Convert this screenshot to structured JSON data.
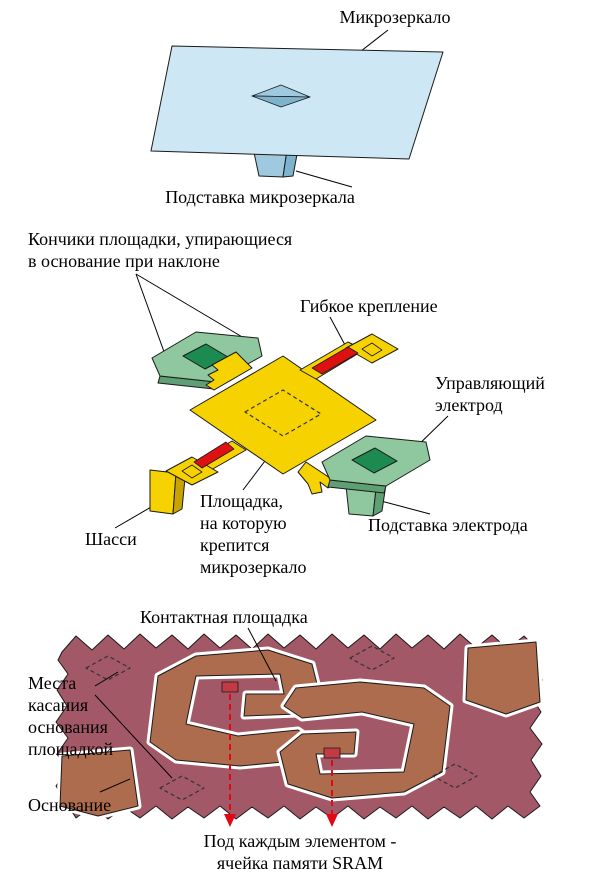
{
  "figure": {
    "labels": {
      "micromirror": "Микрозеркало",
      "mirror_support": "Подставка микрозеркала",
      "tips": "Кончики площадки, упирающиеся\nв основание при наклоне",
      "flex_mount": "Гибкое крепление",
      "control_electrode": "Управляющий\nэлектрод",
      "chassis": "Шасси",
      "platform": "Площадка,\nна которую\nкрепится\nмикрозеркало",
      "electrode_support": "Подставка электрода",
      "contact_pad": "Контактная площадка",
      "touch_points": "Места\nкасания\nоснования\nплощадкой",
      "base": "Основание",
      "sram_note": "Под каждым элементом -\nячейка памяти SRAM"
    },
    "colors": {
      "mirror": "#cde7f4",
      "mirror_mid": "#9fc9de",
      "mirror_dark": "#7fb2cc",
      "yellow": "#f5d200",
      "yellow_dark": "#c9a300",
      "hinge_red": "#dd1111",
      "green": "#8fc79e",
      "green_mid": "#5f9f74",
      "green_dark": "#1d8a52",
      "maroon": "#a35867",
      "brown": "#ae6c4e",
      "via_red": "#c23a44",
      "arrow_red": "#e30613"
    }
  }
}
